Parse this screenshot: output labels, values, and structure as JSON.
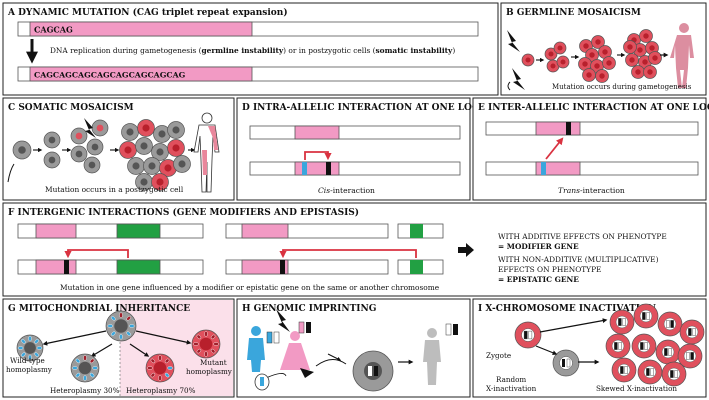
{
  "colors": {
    "pink": "#f29ac4",
    "red": "#d93240",
    "cell_red": "#e0505d",
    "green": "#22a043",
    "blue": "#3aa6dc",
    "gray_cell": "#9a9a9a",
    "gray_nucleus": "#555555",
    "black": "#111111",
    "panel_tint": "#fbe0ea"
  },
  "panels": {
    "a": {
      "letter": "A",
      "title": "DYNAMIC MUTATION (CAG triplet repeat expansion)",
      "seq_short": "CAGCAG",
      "seq_long": "CAGCAGCAGCAGCAGCAGCAGCAG",
      "note_pre": "DNA replication during gametogenesis (",
      "note_b1": "germline instability",
      "note_mid": ") or in postzygotic cells (",
      "note_b2": "somatic instability",
      "note_post": ")"
    },
    "b": {
      "letter": "B",
      "title": "GERMLINE MOSAICISM",
      "caption": "Mutation occurs during gametogenesis"
    },
    "c": {
      "letter": "C",
      "title": "SOMATIC MOSAICISM",
      "caption": "Mutation occurs in a postzygotic cell"
    },
    "d": {
      "letter": "D",
      "title": "INTRA-ALLELIC INTERACTION AT ONE LOCUS",
      "caption_italic": "Cis",
      "caption_rest": "-interaction"
    },
    "e": {
      "letter": "E",
      "title": "INTER-ALLELIC INTERACTION AT ONE LOCUS",
      "caption_italic": "Trans",
      "caption_rest": "-interaction"
    },
    "f": {
      "letter": "F",
      "title": "INTERGENIC INTERACTIONS (GENE MODIFIERS AND EPISTASIS)",
      "caption": "Mutation in one gene influenced by a modifier or epistatic gene on the same or another chromosome",
      "rule1_line1": "WITH ADDITIVE EFFECTS ON PHENOTYPE",
      "rule1_line2": "= MODIFIER GENE",
      "rule2_line1": "WITH NON-ADDITIVE (MULTIPLICATIVE)",
      "rule2_line2": "EFFECTS ON PHENOTYPE",
      "rule2_line3": "= EPISTATIC GENE"
    },
    "g": {
      "letter": "G",
      "title": "MITOCHONDRIAL INHERITANCE",
      "label_wt_1": "Wild-type",
      "label_wt_2": "homoplasmy",
      "label_h30": "Heteroplasmy 30%",
      "label_h70": "Heteroplasmy 70%",
      "label_mut_1": "Mutant",
      "label_mut_2": "homoplasmy"
    },
    "h": {
      "letter": "H",
      "title": "GENOMIC IMPRINTING"
    },
    "i": {
      "letter": "I",
      "title": "X-CHROMOSOME INACTIVATION",
      "label_zygote": "Zygote",
      "label_random_1": "Random",
      "label_random_2": "X-inactivation",
      "label_skewed": "Skewed X-inactivation"
    }
  }
}
